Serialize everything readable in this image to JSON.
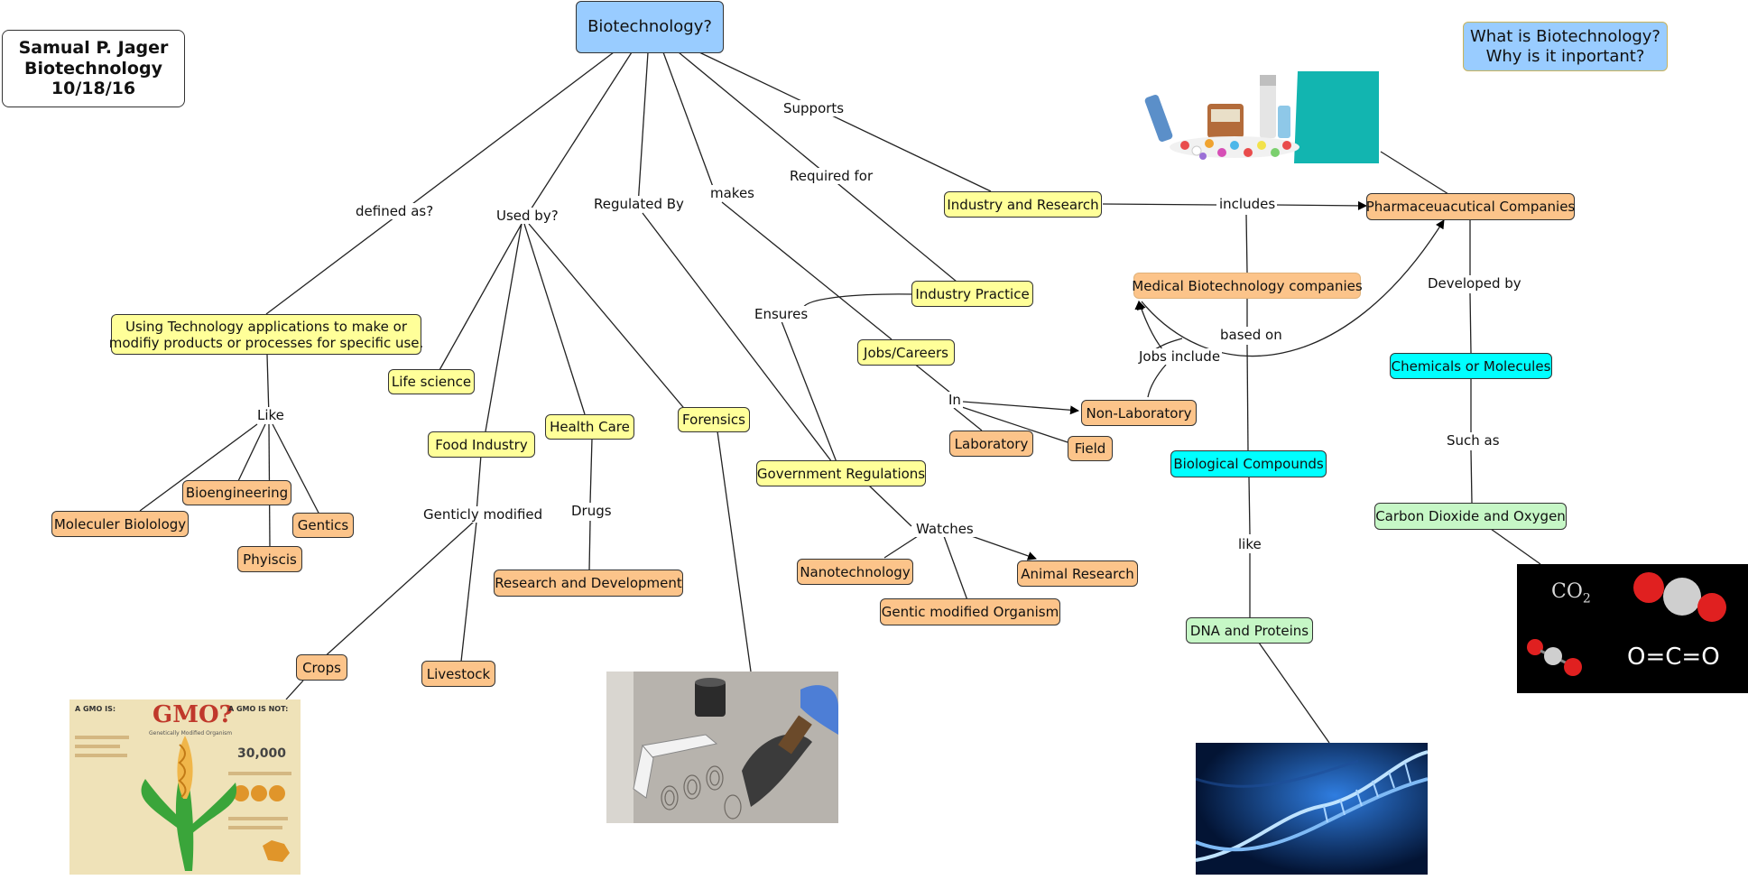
{
  "header": {
    "name": "Samual P. Jager",
    "subject": "Biotechnology",
    "date": "10/18/16",
    "question_line1": "What is Biotechnology?",
    "question_line2": "Why is it inportant?"
  },
  "nodes": {
    "root": "Biotechnology?",
    "definition_line1": "Using Technology applications to make or",
    "definition_line2": "modifiy products or processes for specific use.",
    "industry_research": "Industry and Research",
    "pharma": "Pharmaceuacutical Companies",
    "medical_biotech": "Medical Biotechnology companies",
    "industry_practice": "Industry Practice",
    "jobs_careers": "Jobs/Careers",
    "non_lab": "Non-Laboratory",
    "laboratory": "Laboratory",
    "field": "Field",
    "chemicals": "Chemicals or Molecules",
    "bio_compounds": "Biological Compounds",
    "co2_o2": "Carbon Dioxide and Oxygen",
    "dna_proteins": "DNA and Proteins",
    "life_science": "Life science",
    "food_industry": "Food Industry",
    "health_care": "Health Care",
    "forensics": "Forensics",
    "gov_regs": "Government Regulations",
    "bioengineering": "Bioengineering",
    "molecular_bio": "Moleculer Biolology",
    "genetics": "Gentics",
    "physics": "Phyiscis",
    "rnd": "Research and Development",
    "crops": "Crops",
    "livestock": "Livestock",
    "nanotech": "Nanotechnology",
    "animal_research": "Animal Research",
    "gmo_organism": "Gentic modified Organism"
  },
  "links": {
    "defined_as": "defined as?",
    "used_by": "Used by?",
    "regulated_by": "Regulated By",
    "makes": "makes",
    "required_for": "Required for",
    "supports": "Supports",
    "includes": "includes",
    "developed_by": "Developed by",
    "based_on": "based on",
    "jobs_include": "Jobs include",
    "ensures": "Ensures",
    "in": "In",
    "such_as": "Such as",
    "like_compounds": "like",
    "like_definition": "Like",
    "genetically_modified": "Genticly modified",
    "drugs": "Drugs",
    "watches": "Watches"
  },
  "images": {
    "gmo_poster_title": "GMO?",
    "gmo_poster_subtitle": "Genetically Modified Organism",
    "gmo_poster_a_gmo_is": "A GMO IS:",
    "gmo_poster_a_gmo_is_not": "A GMO IS NOT:",
    "gmo_poster_number": "30,000",
    "co2_formula": "CO",
    "co2_subscript": "2",
    "co2_structure": "O=C=O"
  },
  "colors": {
    "yellow": "#ffff99",
    "orange": "#fcc48a",
    "cyan": "#00ffff",
    "green": "#c6f7c6",
    "blue": "#99ccff"
  }
}
